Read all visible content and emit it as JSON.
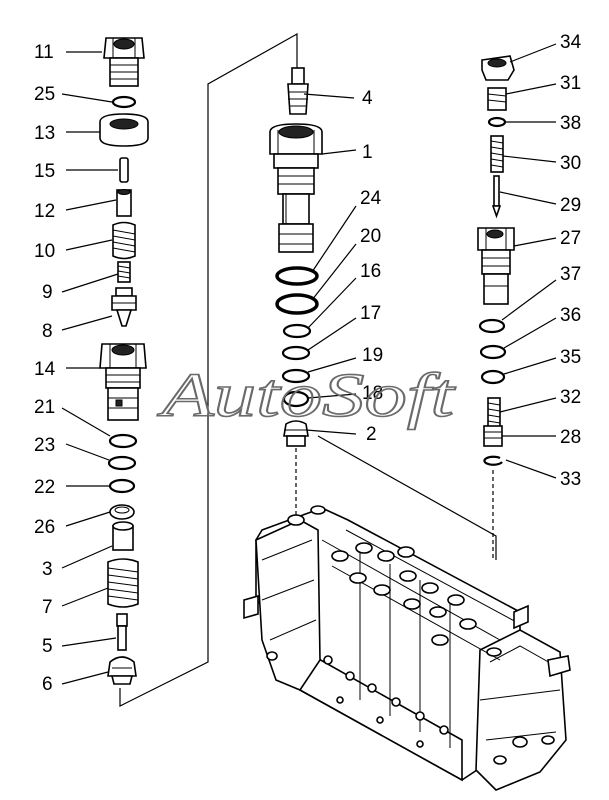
{
  "watermark": "AutoSoft",
  "colors": {
    "ink": "#000000",
    "watermark": "#6a6a6a",
    "paper": "#ffffff"
  },
  "labels": {
    "p1": "1",
    "p2": "2",
    "p3": "3",
    "p4": "4",
    "p5": "5",
    "p6": "6",
    "p7": "7",
    "p8": "8",
    "p9": "9",
    "p10": "10",
    "p11": "11",
    "p12": "12",
    "p13": "13",
    "p14": "14",
    "p15": "15",
    "p16": "16",
    "p17": "17",
    "p18": "18",
    "p19": "19",
    "p20": "20",
    "p21": "21",
    "p22": "22",
    "p23": "23",
    "p24": "24",
    "p25": "25",
    "p26": "26",
    "p27": "27",
    "p28": "28",
    "p29": "29",
    "p30": "30",
    "p31": "31",
    "p32": "32",
    "p33": "33",
    "p34": "34",
    "p35": "35",
    "p36": "36",
    "p37": "37",
    "p38": "38"
  }
}
